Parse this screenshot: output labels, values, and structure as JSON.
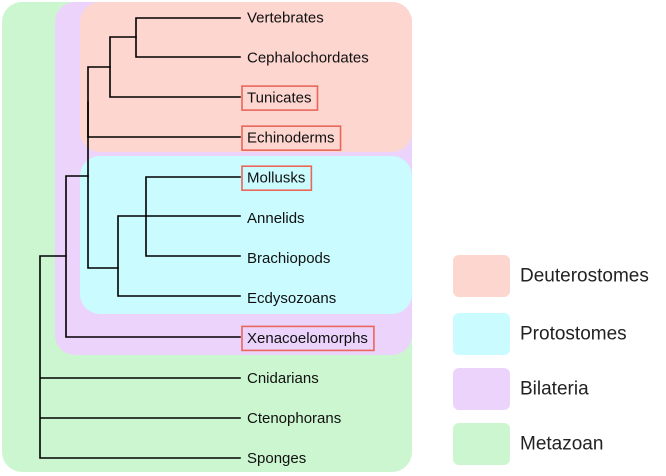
{
  "colors": {
    "deuterostomes": "#fdd6d0",
    "protostomes": "#c9fbff",
    "bilateria": "#ecd3fb",
    "metazoan": "#ccf6cf",
    "highlight": "#e8675a",
    "branch": "#000000"
  },
  "taxa": [
    {
      "name": "Vertebrates",
      "highlighted": false
    },
    {
      "name": "Cephalochordates",
      "highlighted": false
    },
    {
      "name": "Tunicates",
      "highlighted": true
    },
    {
      "name": "Echinoderms",
      "highlighted": true
    },
    {
      "name": "Mollusks",
      "highlighted": true
    },
    {
      "name": "Annelids",
      "highlighted": false
    },
    {
      "name": "Brachiopods",
      "highlighted": false
    },
    {
      "name": "Ecdysozoans",
      "highlighted": false
    },
    {
      "name": "Xenacoelomorphs",
      "highlighted": true
    },
    {
      "name": "Cnidarians",
      "highlighted": false
    },
    {
      "name": "Ctenophorans",
      "highlighted": false
    },
    {
      "name": "Sponges",
      "highlighted": false
    }
  ],
  "legend": [
    {
      "label": "Deuterostomes",
      "color": "#fdd6d0"
    },
    {
      "label": "Protostomes",
      "color": "#c9fbff"
    },
    {
      "label": "Bilateria",
      "color": "#ecd3fb"
    },
    {
      "label": "Metazoan",
      "color": "#ccf6cf"
    }
  ]
}
